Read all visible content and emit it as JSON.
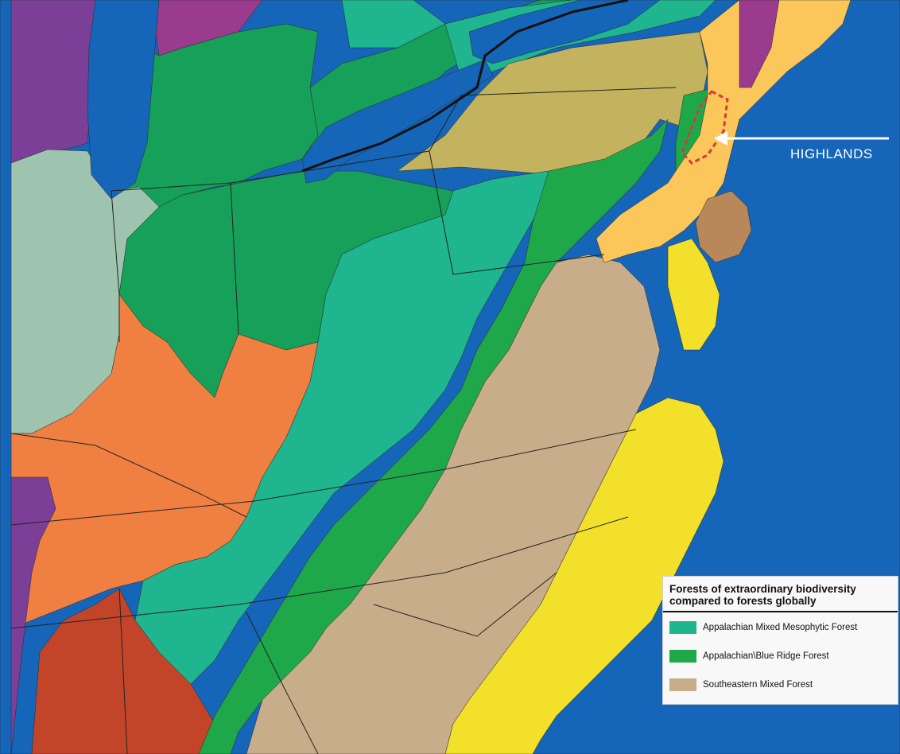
{
  "callout": {
    "label": "HIGHLANDS"
  },
  "legend": {
    "title_line1": "Forests of extraordinary biodiversity",
    "title_line2": "compared to forests globally",
    "items": [
      {
        "label": "Appalachian Mixed Mesophytic Forest",
        "color": "#1fb58f"
      },
      {
        "label": "Appalachian\\Blue Ridge Forest",
        "color": "#1fa84a"
      },
      {
        "label": "Southeastern Mixed Forest",
        "color": "#c8ad8a"
      }
    ]
  },
  "colors": {
    "water": "#1565b8",
    "mesophytic": "#1fb58f",
    "blue_ridge": "#1fa84a",
    "southeastern": "#c8ad8a",
    "ohio_green": "#16a05a",
    "coastal_yellow": "#f2e02a",
    "light_orange": "#fbc75a",
    "orange": "#f08042",
    "red": "#c2452a",
    "purple": "#7b3f98",
    "magenta": "#9a3b8e",
    "grey_green": "#9ec4b0",
    "olive": "#c4b35e",
    "tan_brown": "#b9885a"
  }
}
